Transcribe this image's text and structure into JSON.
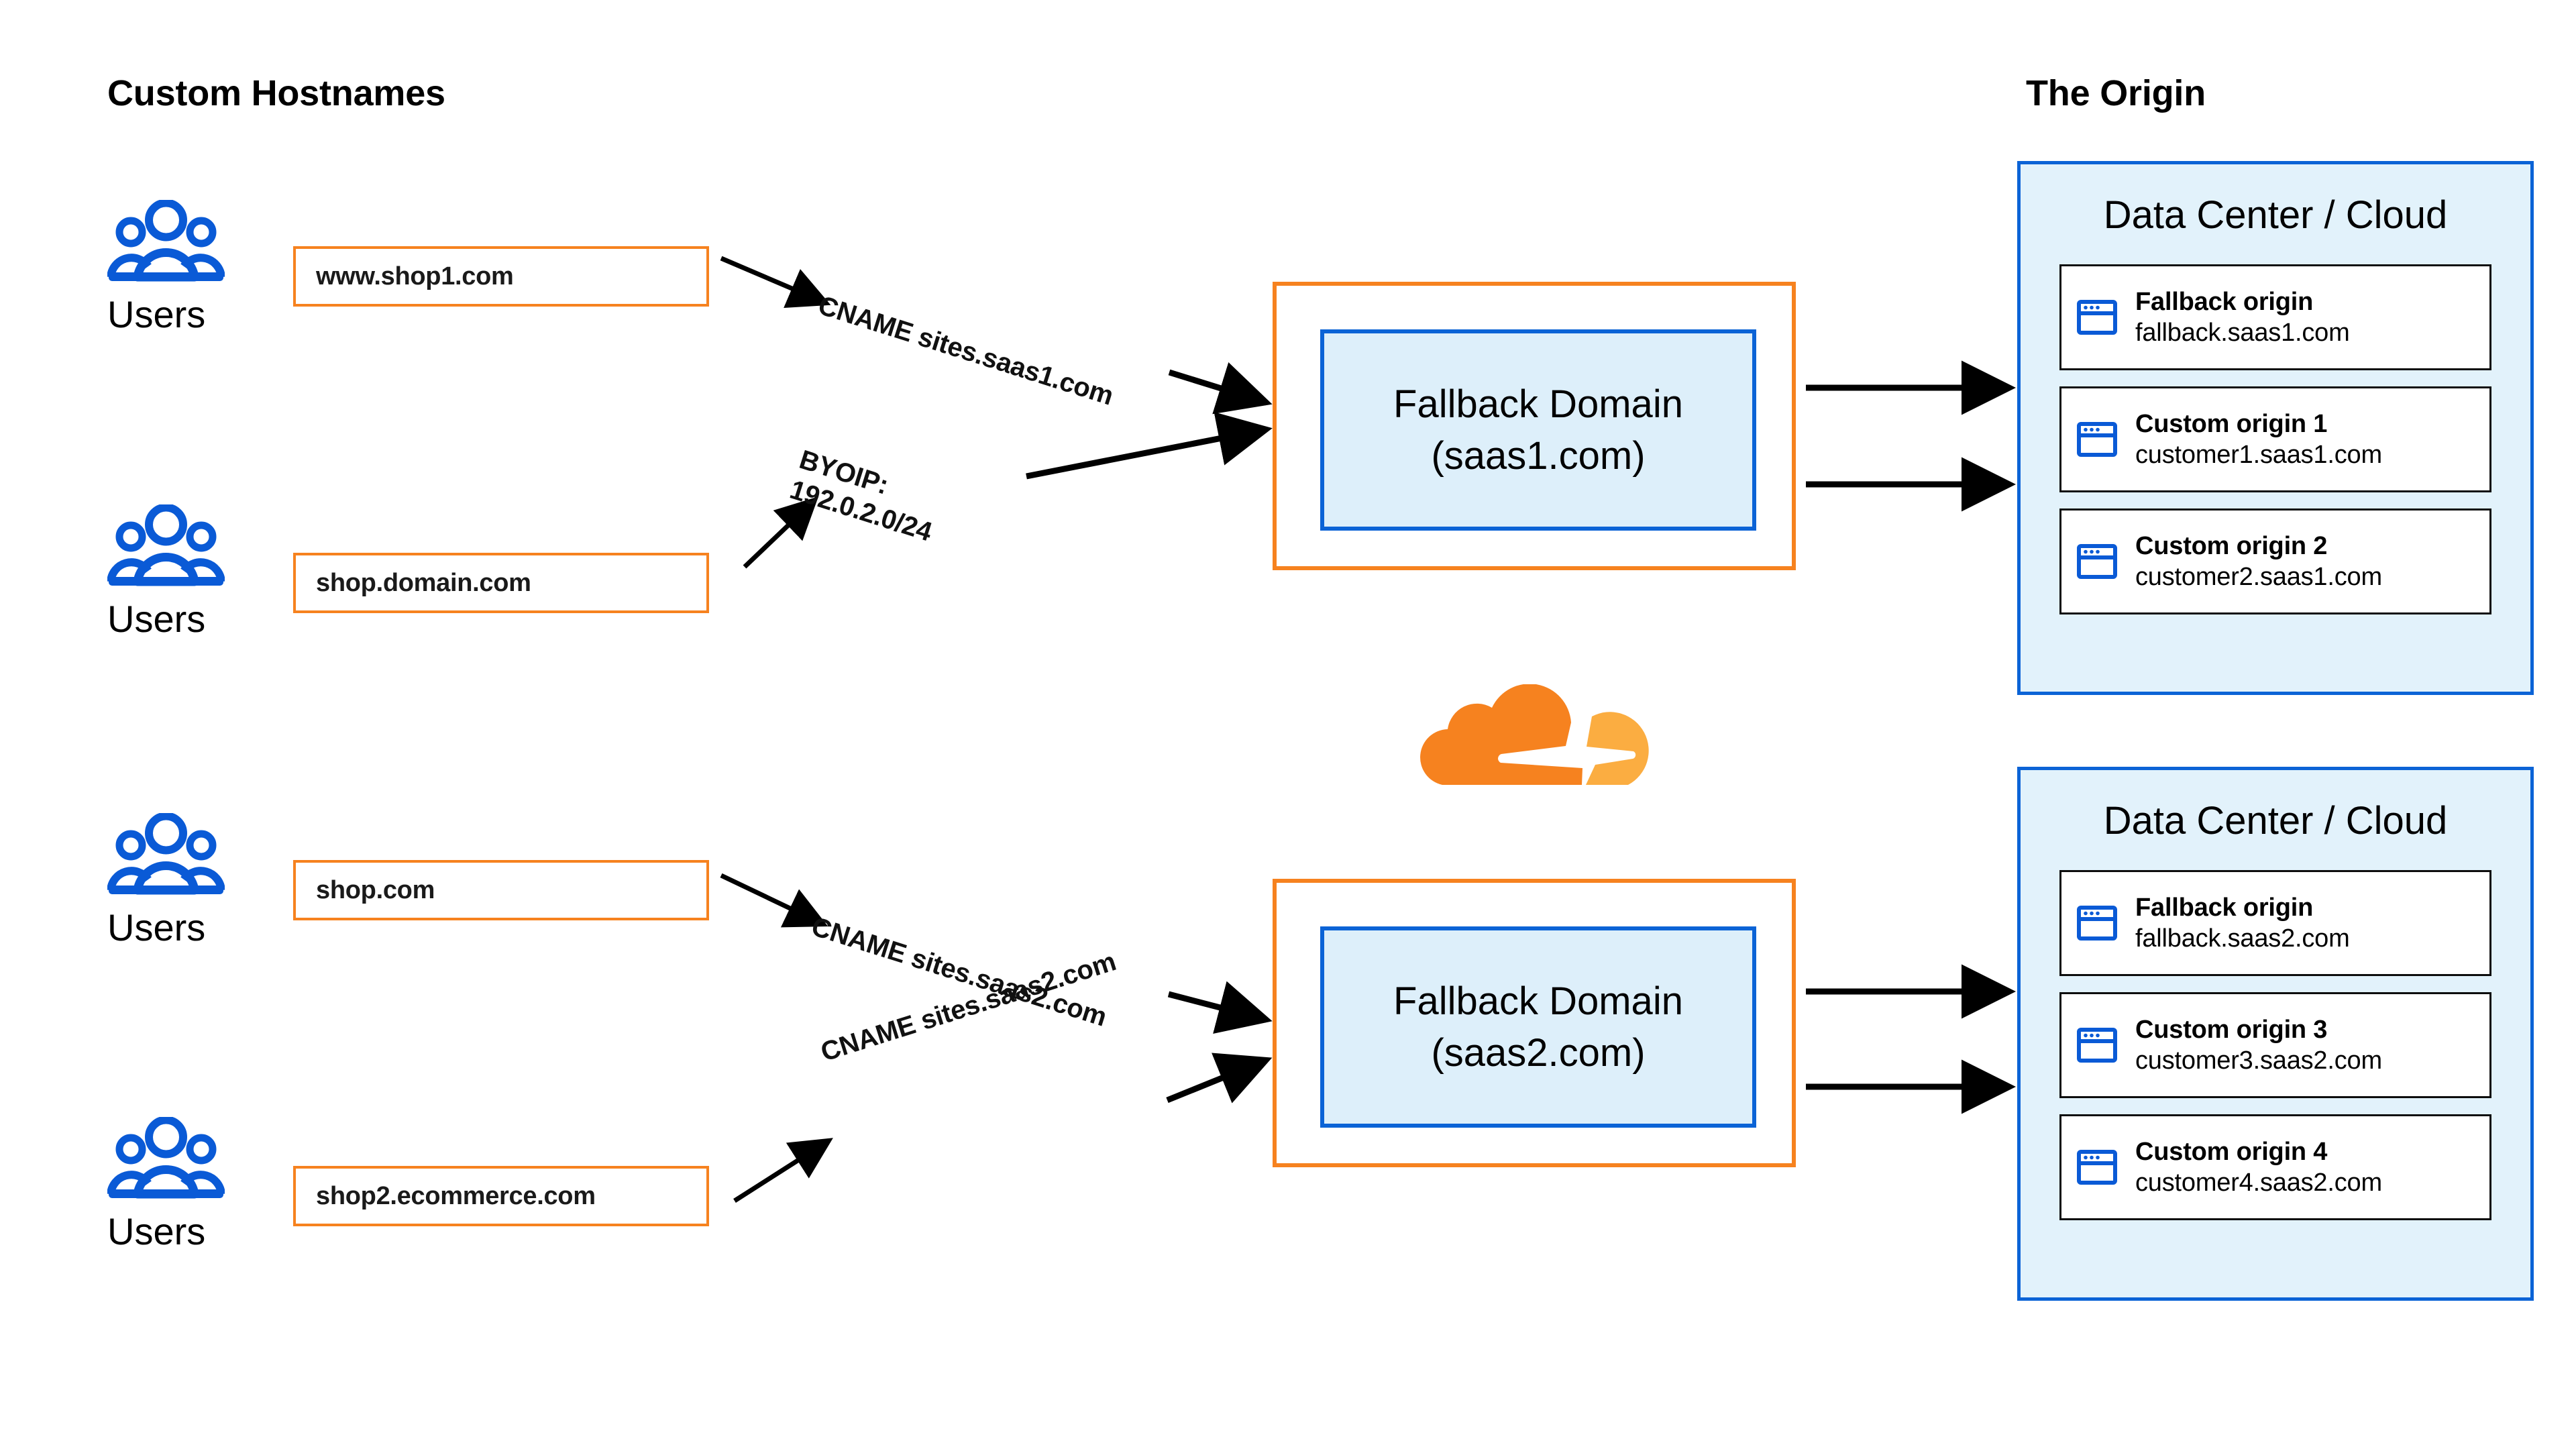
{
  "headings": {
    "left": "Custom Hostnames",
    "right": "The Origin"
  },
  "users_groups": [
    {
      "label": "Users"
    },
    {
      "label": "Users"
    },
    {
      "label": "Users"
    },
    {
      "label": "Users"
    }
  ],
  "hostnames": [
    {
      "value": "www.shop1.com"
    },
    {
      "value": "shop.domain.com"
    },
    {
      "value": "shop.com"
    },
    {
      "value": "shop2.ecommerce.com"
    }
  ],
  "edge_labels": [
    {
      "line1": "CNAME sites.saas1.com",
      "line2": ""
    },
    {
      "line1": "BYOIP:",
      "line2": "192.0.2.0/24"
    },
    {
      "line1": "CNAME sites.saas2.com",
      "line2": ""
    },
    {
      "line1": "CNAME sites.saas2.com",
      "line2": ""
    }
  ],
  "fallback_domains": [
    {
      "title": "Fallback Domain",
      "domain": "(saas1.com)"
    },
    {
      "title": "Fallback Domain",
      "domain": "(saas2.com)"
    }
  ],
  "datacenters": [
    {
      "title": "Data Center / Cloud",
      "origins": [
        {
          "name": "Fallback origin",
          "hostname": "fallback.saas1.com"
        },
        {
          "name": "Custom origin 1",
          "hostname": "customer1.saas1.com"
        },
        {
          "name": "Custom origin 2",
          "hostname": "customer2.saas1.com"
        }
      ]
    },
    {
      "title": "Data Center / Cloud",
      "origins": [
        {
          "name": "Fallback origin",
          "hostname": "fallback.saas2.com"
        },
        {
          "name": "Custom origin 3",
          "hostname": "customer3.saas2.com"
        },
        {
          "name": "Custom origin 4",
          "hostname": "customer4.saas2.com"
        }
      ]
    }
  ],
  "logo": {
    "name": "cloudflare-logo"
  },
  "colors": {
    "orange": "#F6821F",
    "orange_light": "#FBAD41",
    "blue": "#0B63D6",
    "blue_icon": "#0A5AD6",
    "panel_fill": "#E2F2FB",
    "inner_fill": "#DDEFFA",
    "line": "#000000"
  }
}
